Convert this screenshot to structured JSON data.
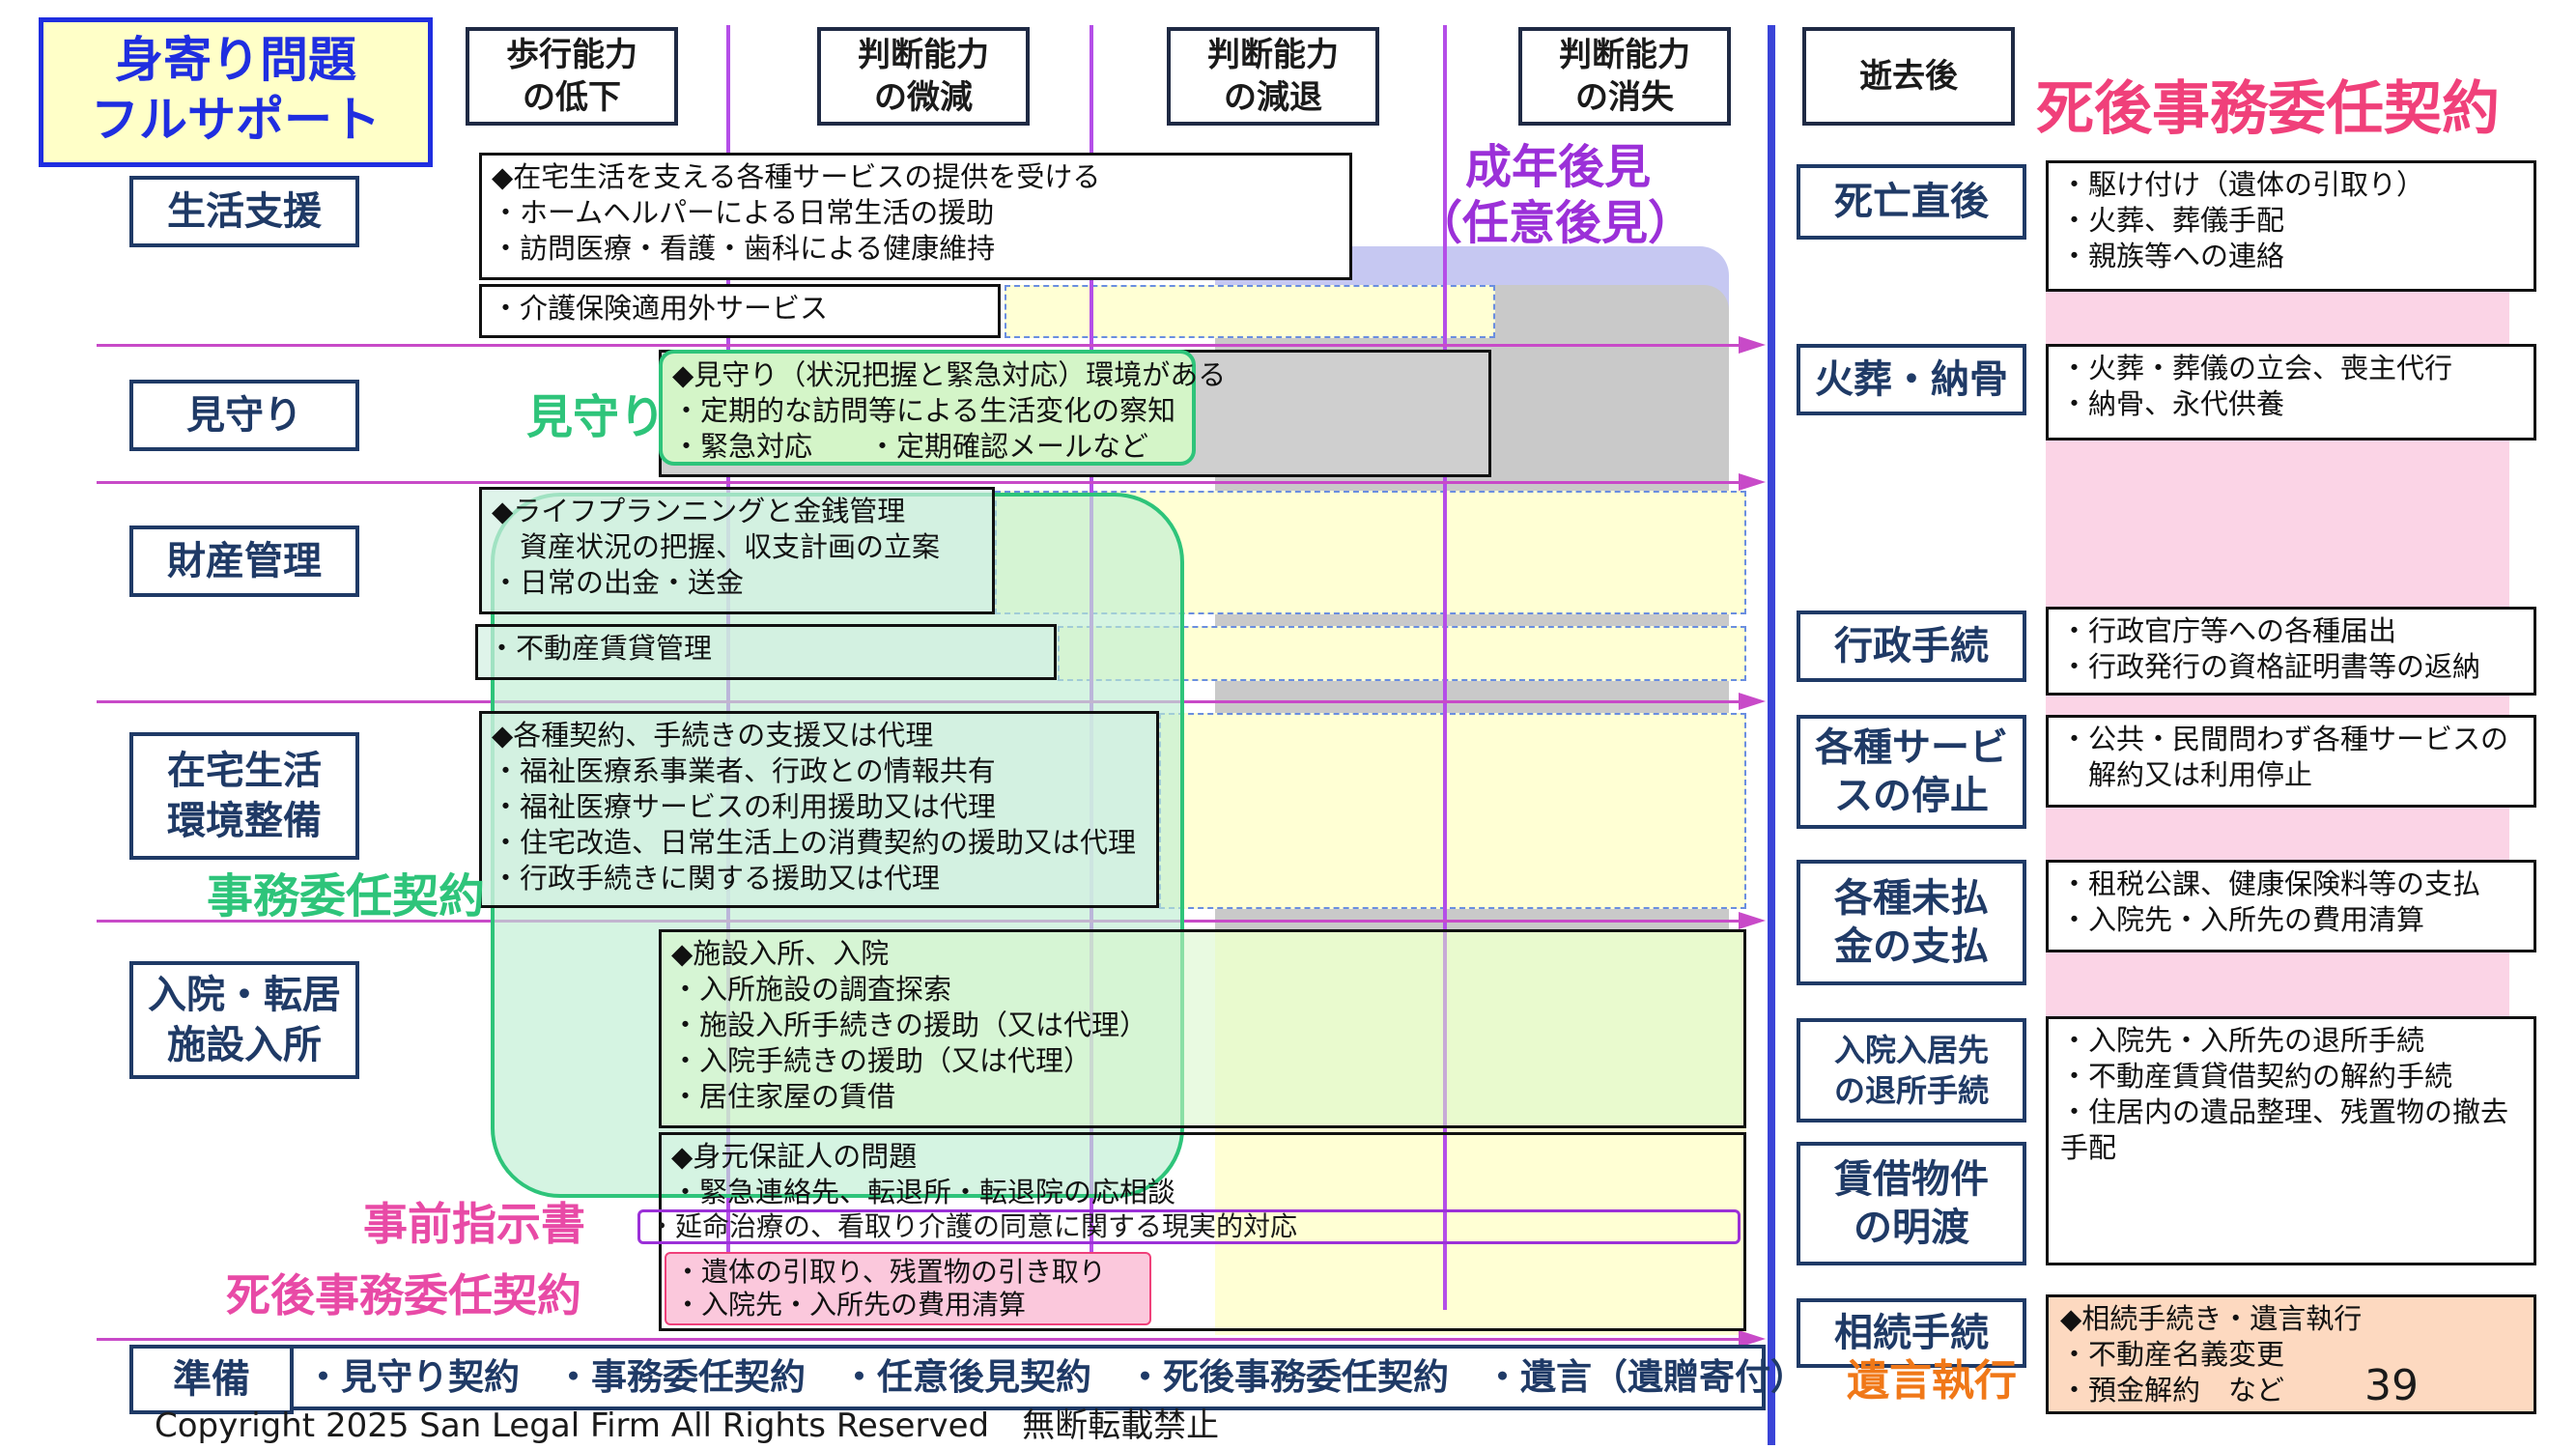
{
  "title": {
    "line1": "身寄り問題",
    "line2": "フルサポート"
  },
  "stages": [
    {
      "line1": "歩行能力",
      "line2": "の低下"
    },
    {
      "line1": "判断能力",
      "line2": "の微減"
    },
    {
      "line1": "判断能力",
      "line2": "の減退"
    },
    {
      "line1": "判断能力",
      "line2": "の消失"
    }
  ],
  "after_death": {
    "label": "逝去後",
    "heading": "死後事務委任契約"
  },
  "categories": {
    "seikatsu": "生活支援",
    "mimamori": "見守り",
    "zaisan": "財産管理",
    "zaitaku": {
      "line1": "在宅生活",
      "line2": "環境整備"
    },
    "nyuin": {
      "line1": "入院・転居",
      "line2": "施設入所"
    },
    "junbi": "準備"
  },
  "overlay_labels": {
    "seinen": {
      "line1": "成年後見",
      "line2": "（任意後見）"
    },
    "mimamori": "見守り",
    "jimu": "事務委任契約",
    "jizen": "事前指示書",
    "shigo": "死後事務委任契約",
    "yuigon": "遺言執行"
  },
  "boxes": {
    "seikatsu_main": [
      "◆在宅生活を支える各種サービスの提供を受ける",
      "・ホームヘルパーによる日常生活の援助",
      "・訪問医療・看護・歯科による健康維持"
    ],
    "seikatsu_sub": [
      "・介護保険適用外サービス"
    ],
    "mimamori": [
      "◆見守り（状況把握と緊急対応）環境がある",
      "・定期的な訪問等による生活変化の察知",
      "・緊急対応　　・定期確認メールなど"
    ],
    "zaisan_main": [
      "◆ライフプランニングと金銭管理",
      "　資産状況の把握、収支計画の立案",
      "・日常の出金・送金"
    ],
    "zaisan_sub": [
      "・不動産賃貸管理"
    ],
    "zaitaku": [
      "◆各種契約、手続きの支援又は代理",
      "・福祉医療系事業者、行政との情報共有",
      "・福祉医療サービスの利用援助又は代理",
      "・住宅改造、日常生活上の消費契約の援助又は代理",
      "・行政手続きに関する援助又は代理"
    ],
    "nyuin": [
      "◆施設入所、入院",
      "・入所施設の調査探索",
      "・施設入所手続きの援助（又は代理）",
      "・入院手続きの援助（又は代理）",
      "・居住家屋の賃借"
    ],
    "hosho": [
      "◆身元保証人の問題",
      "・緊急連絡先、転退所・転退院の応相談"
    ],
    "jizen_line": "・延命治療の、看取り介護の同意に関する現実的対応",
    "shigo_box": [
      "・遺体の引取り、残置物の引き取り",
      "・入院先・入所先の費用清算"
    ],
    "junbi": "・見守り契約　・事務委任契約　・任意後見契約　・死後事務委任契約　・遺言（遺贈寄付）"
  },
  "right_items": [
    {
      "label": [
        "死亡直後"
      ],
      "lines": [
        "・駆け付け（遺体の引取り）",
        "・火葬、葬儀手配",
        "・親族等への連絡"
      ]
    },
    {
      "label": [
        "火葬・納骨"
      ],
      "lines": [
        "・火葬・葬儀の立会、喪主代行",
        "・納骨、永代供養"
      ]
    },
    {
      "label": [
        "行政手続"
      ],
      "lines": [
        "・行政官庁等への各種届出",
        "・行政発行の資格証明書等の返納"
      ]
    },
    {
      "label": [
        "各種サービ",
        "スの停止"
      ],
      "lines": [
        "・公共・民間問わず各種サービスの",
        "　解約又は利用停止"
      ]
    },
    {
      "label": [
        "各種未払",
        "金の支払"
      ],
      "lines": [
        "・租税公課、健康保険料等の支払",
        "・入院先・入所先の費用清算"
      ]
    },
    {
      "label": [
        "入院入居先",
        "の退所手続"
      ],
      "lines": [
        "・入院先・入所先の退所手続",
        "・不動産賃貸借契約の解約手続",
        "・住居内の遺品整理、残置物の撤去",
        "手配"
      ]
    },
    {
      "label": [
        "賃借物件",
        "の明渡"
      ],
      "lines": []
    },
    {
      "label": [
        "相続手続"
      ],
      "lines": [
        "◆相続手続き・遺言執行",
        "・不動産名義変更",
        "・預金解約　など"
      ]
    }
  ],
  "page_number": "39",
  "footer": "Copyright 2025 San Legal Firm All Rights Reserved　無断転載禁止",
  "colors": {
    "title_blue": "#1f2ee0",
    "green_label": "#2ec47a",
    "magenta_label": "#e8389a",
    "purple_label": "#9b30d8",
    "orange_label": "#f07818",
    "pink_band": "#fbd0e4",
    "gray_band": "#c8c8c8",
    "lavender_band": "#c8c8f0"
  }
}
